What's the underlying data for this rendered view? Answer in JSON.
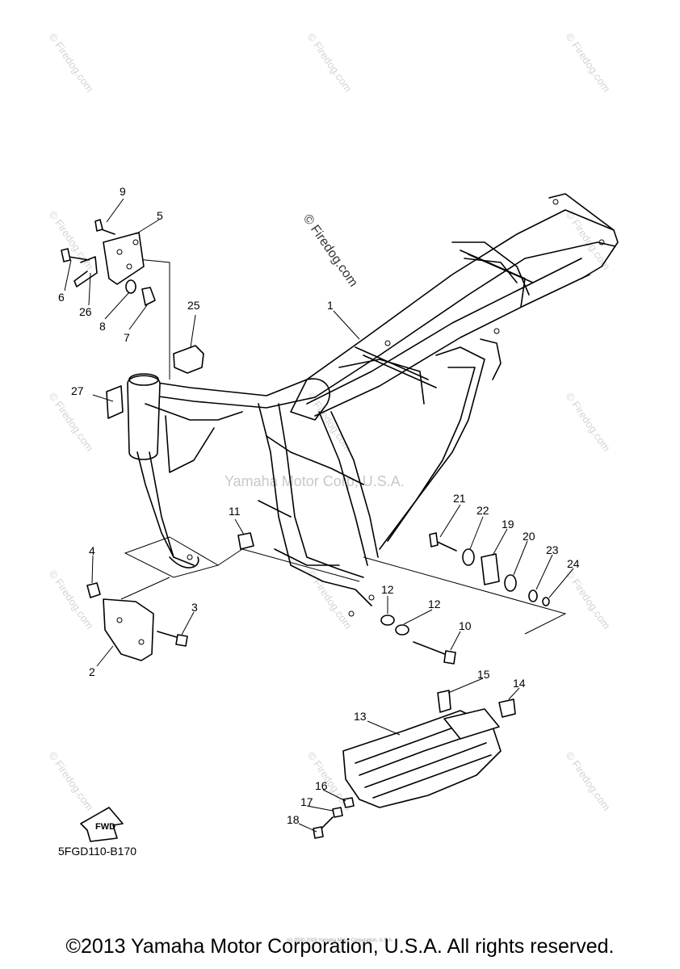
{
  "watermark": "© Firedog.com",
  "center_watermark": "Yamaha Motor Corp, U.S.A.",
  "callouts": [
    "1",
    "2",
    "3",
    "4",
    "5",
    "6",
    "7",
    "8",
    "9",
    "10",
    "11",
    "12",
    "12",
    "13",
    "14",
    "15",
    "16",
    "17",
    "18",
    "19",
    "20",
    "21",
    "22",
    "23",
    "24",
    "25",
    "26",
    "27"
  ],
  "fwd_label": "FWD",
  "diagram_code": "5FGD110-B170",
  "tiny_note": "(c) 2000-2015 Yamaha Motor Corporation, U.S.A.",
  "copyright": "©2013 Yamaha Motor Corporation, U.S.A. All rights reserved."
}
